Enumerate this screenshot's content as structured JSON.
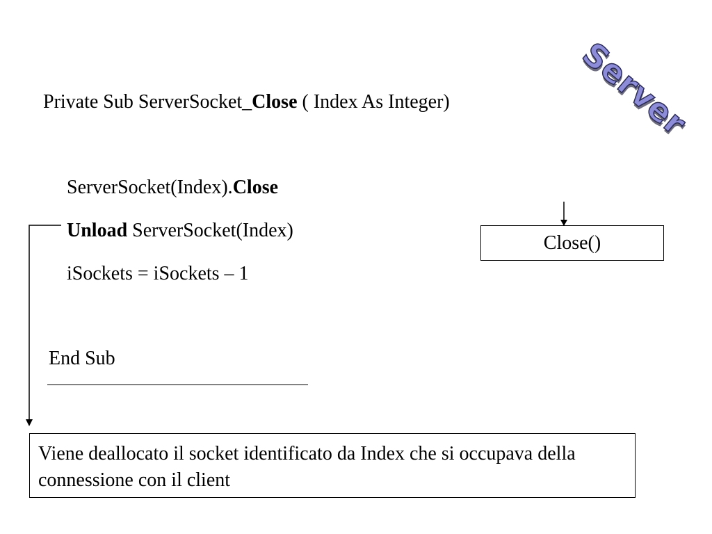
{
  "logo": {
    "text": "Server",
    "color": "#8c8cd9"
  },
  "code": {
    "sub_header": {
      "prefix": "Private Sub ServerSocket_",
      "bold": "Close",
      "suffix": " ( Index As Integer)"
    },
    "statements": {
      "close": {
        "prefix": "ServerSocket(Index).",
        "bold": "Close"
      },
      "unload": {
        "bold": "Unload",
        "suffix": " ServerSocket(Index)"
      },
      "isockets": "iSockets = iSockets – 1"
    },
    "end": "End Sub"
  },
  "diagram": {
    "close_box_label": "Close()"
  },
  "note": {
    "text": "Viene deallocato il socket identificato da Index che si occupava della connessione con il client"
  }
}
